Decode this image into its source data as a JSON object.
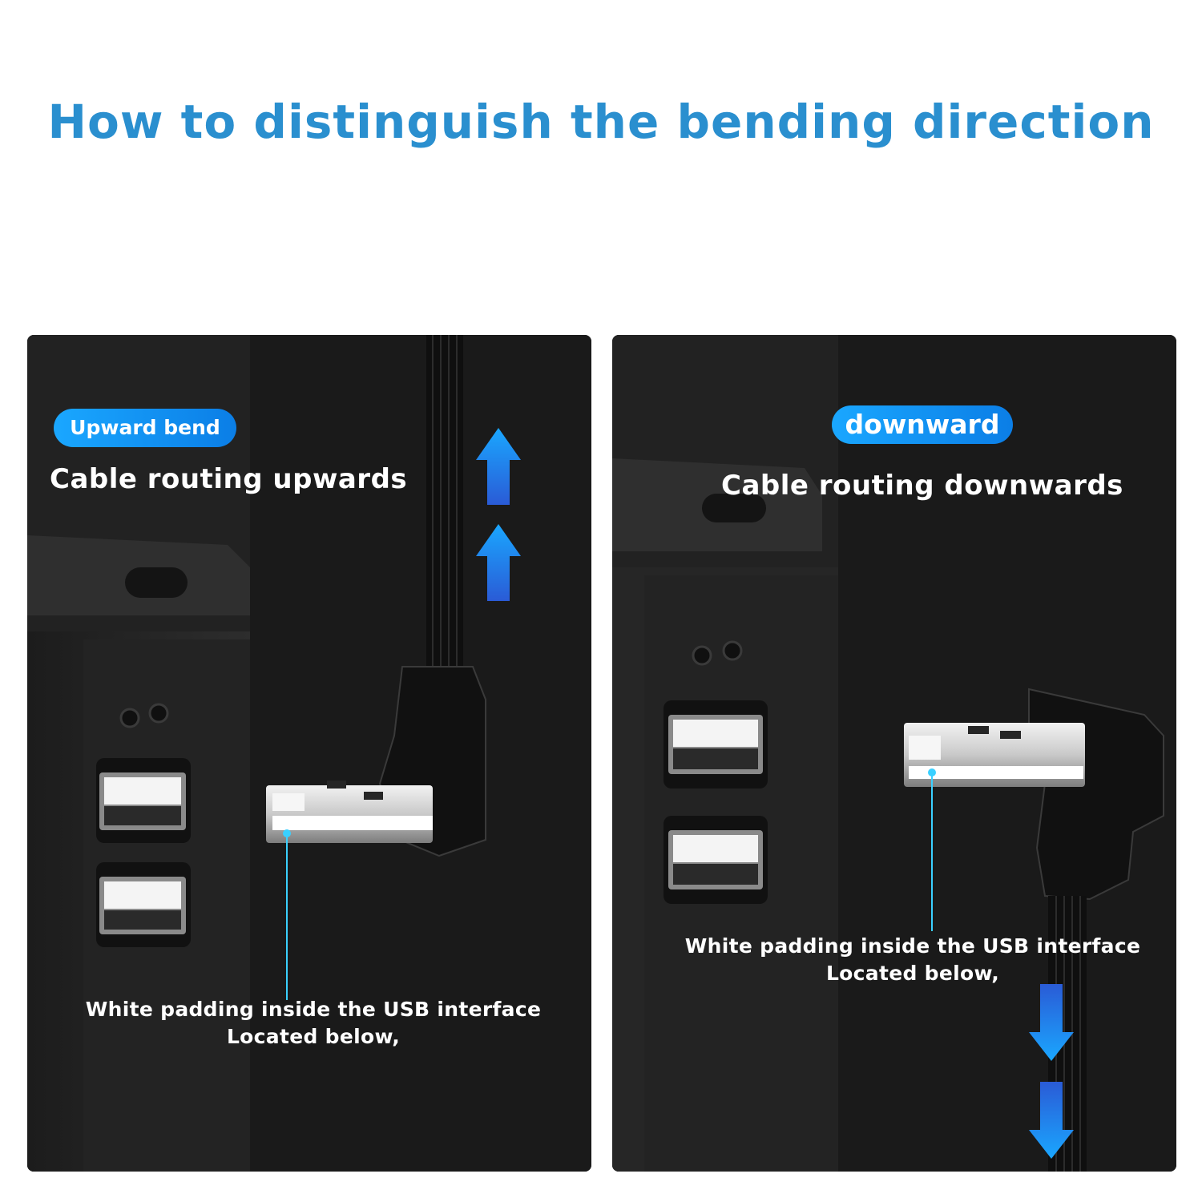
{
  "title": "How to distinguish the bending direction",
  "panels": [
    {
      "badge": "Upward bend",
      "heading": "Cable routing upwards",
      "note_line1": "White padding inside the USB interface",
      "note_line2": "Located below,",
      "arrow_icon": "arrow-up-icon"
    },
    {
      "badge": "downward",
      "heading": "Cable routing downwards",
      "note_line1": "White padding inside the USB interface",
      "note_line2": "Located below,",
      "arrow_icon": "arrow-down-icon"
    }
  ],
  "colors": {
    "title": "#2a8fcf",
    "badge": "#1aa7ff",
    "arrow_top": "#1aa7ff",
    "arrow_bottom": "#2a5bd6",
    "panel_bg": "#262626"
  }
}
